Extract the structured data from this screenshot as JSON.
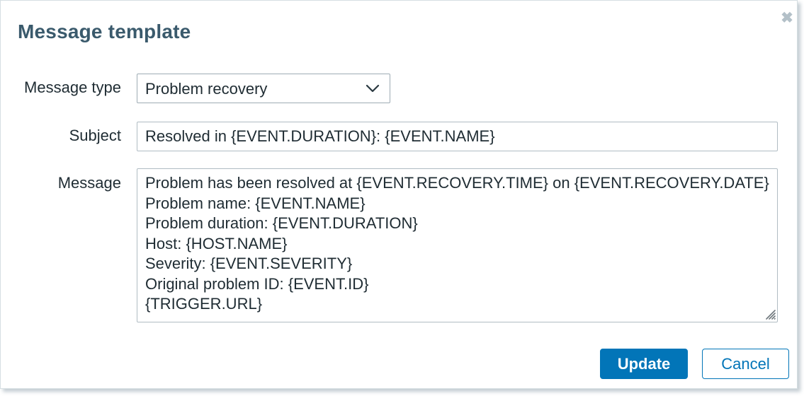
{
  "dialog": {
    "title": "Message template",
    "close_icon": "✖"
  },
  "form": {
    "message_type": {
      "label": "Message type",
      "value": "Problem recovery"
    },
    "subject": {
      "label": "Subject",
      "value": "Resolved in {EVENT.DURATION}: {EVENT.NAME}"
    },
    "message": {
      "label": "Message",
      "value": "Problem has been resolved at {EVENT.RECOVERY.TIME} on {EVENT.RECOVERY.DATE}\nProblem name: {EVENT.NAME}\nProblem duration: {EVENT.DURATION}\nHost: {HOST.NAME}\nSeverity: {EVENT.SEVERITY}\nOriginal problem ID: {EVENT.ID}\n{TRIGGER.URL}"
    }
  },
  "footer": {
    "update_label": "Update",
    "cancel_label": "Cancel"
  },
  "colors": {
    "title": "#3a5a6c",
    "text": "#1f2c33",
    "accent_blue": "#0275b8",
    "input_border": "#b0bcc3",
    "close_icon": "#b3c0c8"
  }
}
